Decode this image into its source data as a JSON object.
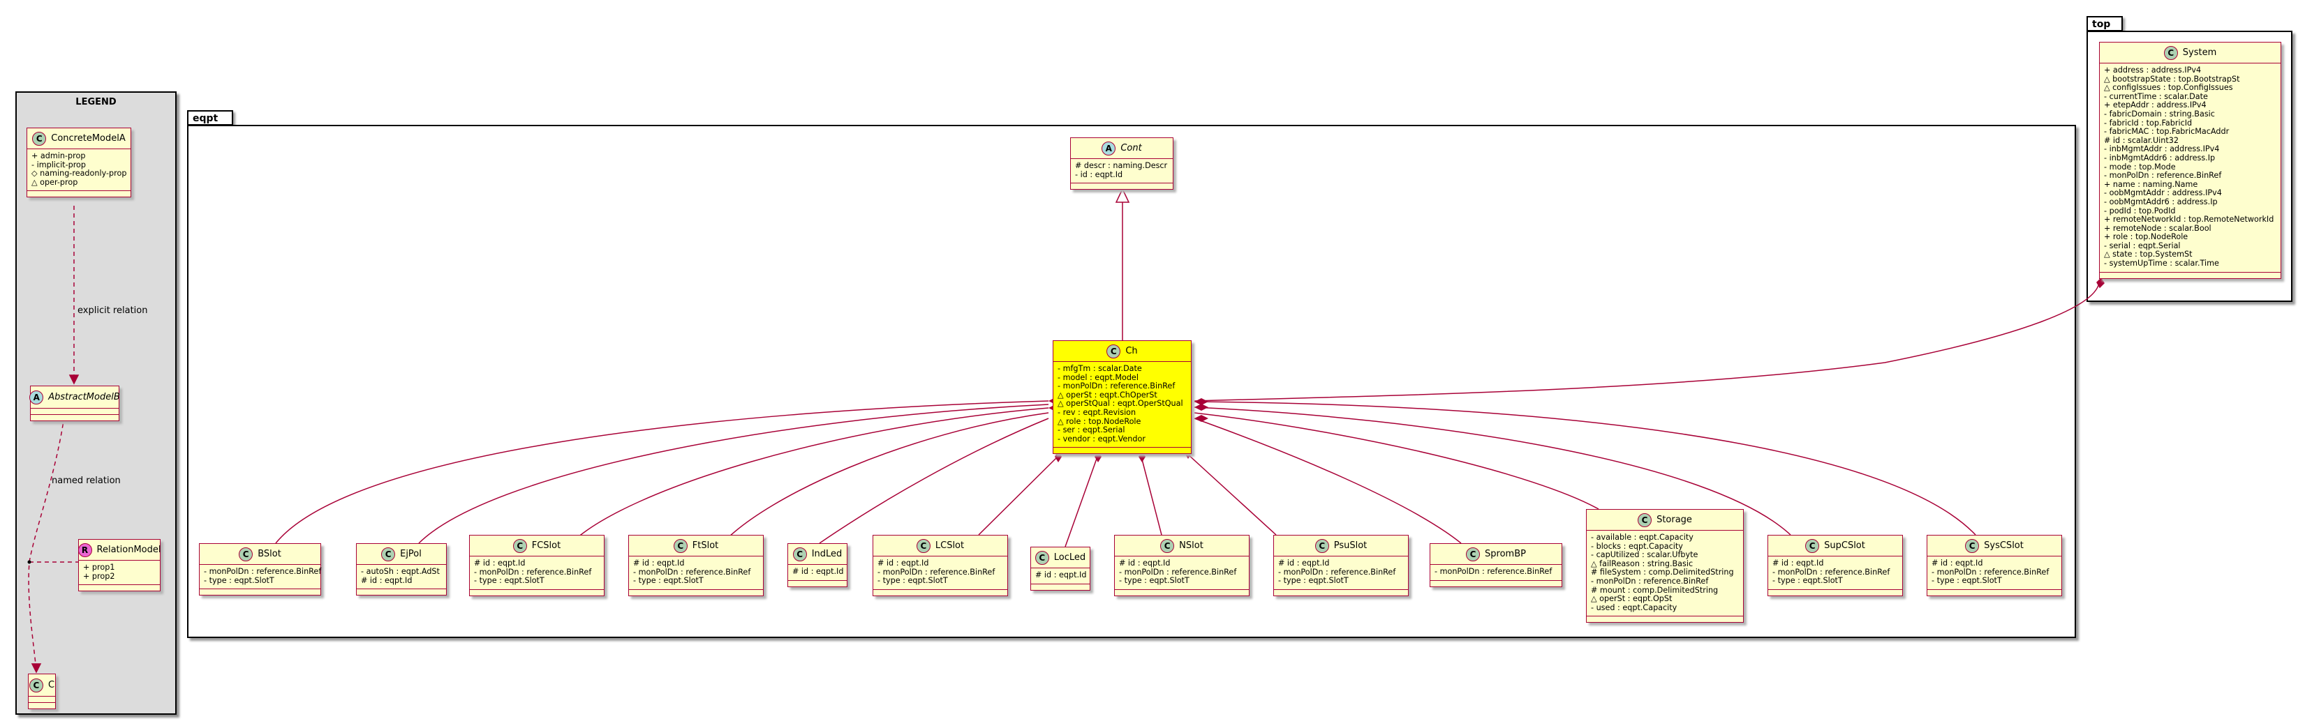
{
  "packages": {
    "eqpt": "eqpt",
    "top": "top"
  },
  "legend": {
    "title": "LEGEND",
    "explicit_relation": "explicit relation",
    "named_relation": "named relation",
    "concrete": {
      "name": "ConcreteModelA",
      "stereotype": "C",
      "attrs": [
        "+ admin-prop",
        "- implicit-prop",
        "◇ naming-readonly-prop",
        "△ oper-prop"
      ]
    },
    "abstract": {
      "name": "AbstractModelB",
      "stereotype": "A",
      "attrs": []
    },
    "relation": {
      "name": "RelationModel",
      "stereotype": "R",
      "attrs": [
        "+ prop1",
        "+ prop2"
      ]
    },
    "c": {
      "name": "C",
      "stereotype": "C",
      "attrs": []
    }
  },
  "classes": {
    "system": {
      "name": "System",
      "stereotype": "C",
      "attrs": [
        "+ address : address.IPv4",
        "△ bootstrapState : top.BootstrapSt",
        "△ configIssues : top.ConfigIssues",
        "- currentTime : scalar.Date",
        "+ etepAddr : address.IPv4",
        "- fabricDomain : string.Basic",
        "- fabricId : top.FabricId",
        "- fabricMAC : top.FabricMacAddr",
        "# id : scalar.Uint32",
        "- inbMgmtAddr : address.IPv4",
        "- inbMgmtAddr6 : address.Ip",
        "- mode : top.Mode",
        "- monPolDn : reference.BinRef",
        "+ name : naming.Name",
        "- oobMgmtAddr : address.IPv4",
        "- oobMgmtAddr6 : address.Ip",
        "- podId : top.PodId",
        "+ remoteNetworkId : top.RemoteNetworkId",
        "+ remoteNode : scalar.Bool",
        "+ role : top.NodeRole",
        "- serial : eqpt.Serial",
        "△ state : top.SystemSt",
        "- systemUpTime : scalar.Time"
      ]
    },
    "cont": {
      "name": "Cont",
      "stereotype": "A",
      "attrs": [
        "# descr : naming.Descr",
        "- id : eqpt.Id"
      ]
    },
    "ch": {
      "name": "Ch",
      "stereotype": "C",
      "attrs": [
        "- mfgTm : scalar.Date",
        "- model : eqpt.Model",
        "- monPolDn : reference.BinRef",
        "△ operSt : eqpt.ChOperSt",
        "△ operStQual : eqpt.OperStQual",
        "- rev : eqpt.Revision",
        "△ role : top.NodeRole",
        "- ser : eqpt.Serial",
        "- vendor : eqpt.Vendor"
      ]
    },
    "bslot": {
      "name": "BSlot",
      "stereotype": "C",
      "attrs": [
        "- monPolDn : reference.BinRef",
        "- type : eqpt.SlotT"
      ]
    },
    "ejpol": {
      "name": "EjPol",
      "stereotype": "C",
      "attrs": [
        "- autoSh : eqpt.AdSt",
        "# id : eqpt.Id"
      ]
    },
    "fcslot": {
      "name": "FCSlot",
      "stereotype": "C",
      "attrs": [
        "# id : eqpt.Id",
        "- monPolDn : reference.BinRef",
        "- type : eqpt.SlotT"
      ]
    },
    "ftslot": {
      "name": "FtSlot",
      "stereotype": "C",
      "attrs": [
        "# id : eqpt.Id",
        "- monPolDn : reference.BinRef",
        "- type : eqpt.SlotT"
      ]
    },
    "indled": {
      "name": "IndLed",
      "stereotype": "C",
      "attrs": [
        "# id : eqpt.Id"
      ]
    },
    "lcslot": {
      "name": "LCSlot",
      "stereotype": "C",
      "attrs": [
        "# id : eqpt.Id",
        "- monPolDn : reference.BinRef",
        "- type : eqpt.SlotT"
      ]
    },
    "locled": {
      "name": "LocLed",
      "stereotype": "C",
      "attrs": [
        "# id : eqpt.Id"
      ]
    },
    "nslot": {
      "name": "NSlot",
      "stereotype": "C",
      "attrs": [
        "# id : eqpt.Id",
        "- monPolDn : reference.BinRef",
        "- type : eqpt.SlotT"
      ]
    },
    "psuslot": {
      "name": "PsuSlot",
      "stereotype": "C",
      "attrs": [
        "# id : eqpt.Id",
        "- monPolDn : reference.BinRef",
        "- type : eqpt.SlotT"
      ]
    },
    "sprombp": {
      "name": "SpromBP",
      "stereotype": "C",
      "attrs": [
        "- monPolDn : reference.BinRef"
      ]
    },
    "storage": {
      "name": "Storage",
      "stereotype": "C",
      "attrs": [
        "- available : eqpt.Capacity",
        "- blocks : eqpt.Capacity",
        "- capUtilized : scalar.Ufbyte",
        "△ failReason : string.Basic",
        "# fileSystem : comp.DelimitedString",
        "- monPolDn : reference.BinRef",
        "# mount : comp.DelimitedString",
        "△ operSt : eqpt.OpSt",
        "- used : eqpt.Capacity"
      ]
    },
    "supcslot": {
      "name": "SupCSlot",
      "stereotype": "C",
      "attrs": [
        "# id : eqpt.Id",
        "- monPolDn : reference.BinRef",
        "- type : eqpt.SlotT"
      ]
    },
    "syscslot": {
      "name": "SysCSlot",
      "stereotype": "C",
      "attrs": [
        "# id : eqpt.Id",
        "- monPolDn : reference.BinRef",
        "- type : eqpt.SlotT"
      ]
    }
  },
  "colors": {
    "class_fill": "#fefece",
    "class_border": "#a80036",
    "highlight": "#ffff00",
    "legend_bg": "#dcdcdc"
  }
}
